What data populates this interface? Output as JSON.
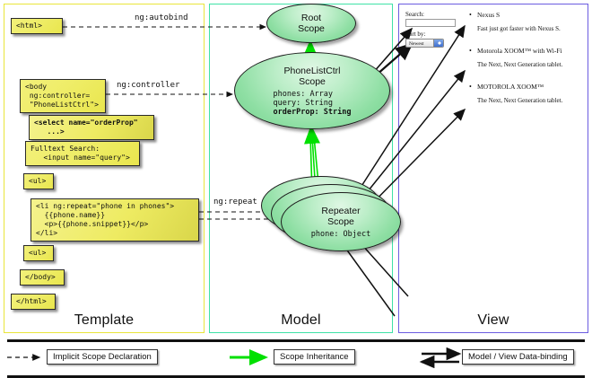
{
  "panels": {
    "template": {
      "title": "Template",
      "border_color": "#e9e53a"
    },
    "model": {
      "title": "Model",
      "border_color": "#3fe2a6"
    },
    "view": {
      "title": "View",
      "border_color": "#6b5ce0"
    }
  },
  "template_boxes": [
    {
      "id": "html-open",
      "text": "<html>"
    },
    {
      "id": "body-open",
      "text": "<body\n ng:controller=\n \"PhoneListCtrl\">"
    },
    {
      "id": "select",
      "text": "<select name=\"orderProp\"\n   ...>"
    },
    {
      "id": "fulltext",
      "text": "Fulltext Search:\n   <input name=\"query\">"
    },
    {
      "id": "ul-open",
      "text": "<ul>"
    },
    {
      "id": "li-repeat",
      "text": "<li ng:repeat=\"phone in phones\">\n  {{phone.name}}\n  <p>{{phone.snippet}}</p>\n</li>"
    },
    {
      "id": "ul-close",
      "text": "<ul>"
    },
    {
      "id": "body-close",
      "text": "</body>"
    },
    {
      "id": "html-close",
      "text": "</html>"
    }
  ],
  "connector_labels": {
    "autobind": "ng:autobind",
    "controller": "ng:controller",
    "repeat": "ng:repeat"
  },
  "model_scopes": [
    {
      "id": "root-scope",
      "title_line1": "Root",
      "title_line2": "Scope",
      "properties": []
    },
    {
      "id": "phonelistctrl-scope",
      "title_line1": "PhoneListCtrl",
      "title_line2": "Scope",
      "properties": [
        {
          "text": "phones: Array",
          "bold": false
        },
        {
          "text": "query: String",
          "bold": false
        },
        {
          "text": "orderProp: String",
          "bold": true
        }
      ]
    },
    {
      "id": "repeater-scope",
      "title_line1": "Repeater",
      "title_line2": "Scope",
      "properties": [
        {
          "text": "phone: Object",
          "bold": false
        }
      ]
    }
  ],
  "view": {
    "search_label": "Search:",
    "search_value": "",
    "search_placeholder": "",
    "sort_label": "Sort by:",
    "sort_selected": "Newest",
    "sort_options": [
      "Newest"
    ],
    "phones": [
      {
        "name": "Nexus S",
        "snippet": "Fast just got faster with Nexus S."
      },
      {
        "name": "Motorola XOOM™ with Wi-Fi",
        "snippet": "The Next, Next Generation tablet."
      },
      {
        "name": "MOTOROLA XOOM™",
        "snippet": "The Next, Next Generation tablet."
      }
    ]
  },
  "legend": [
    {
      "id": "implicit-scope-declaration",
      "label": "Implicit Scope Declaration",
      "style": "dashed-black-arrow"
    },
    {
      "id": "scope-inheritance",
      "label": "Scope Inheritance",
      "style": "solid-green-arrow"
    },
    {
      "id": "model-view-data-binding",
      "label": "Model / View Data-binding",
      "style": "double-black-arrow"
    }
  ],
  "colors": {
    "code_box_fill": "#efed68",
    "scope_fill": "#8fdfa4",
    "inheritance_arrow": "#00e000",
    "template_border": "#e9e53a",
    "model_border": "#3fe2a6",
    "view_border": "#6b5ce0"
  }
}
